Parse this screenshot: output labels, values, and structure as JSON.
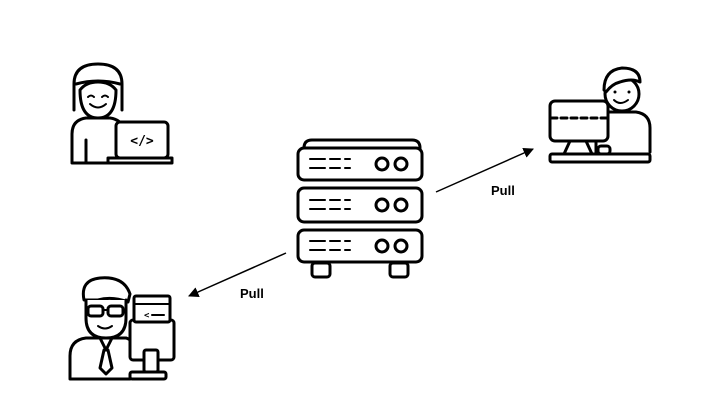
{
  "diagram": {
    "nodes": [
      {
        "id": "server",
        "icon": "server-rack-icon"
      },
      {
        "id": "developer-laptop",
        "icon": "developer-laptop-icon"
      },
      {
        "id": "user-desktop",
        "icon": "user-desktop-icon"
      },
      {
        "id": "developer-monitor",
        "icon": "developer-monitor-icon"
      }
    ],
    "edges": [
      {
        "from": "server",
        "to": "user-desktop",
        "label": "Pull"
      },
      {
        "from": "server",
        "to": "developer-monitor",
        "label": "Pull"
      }
    ]
  }
}
